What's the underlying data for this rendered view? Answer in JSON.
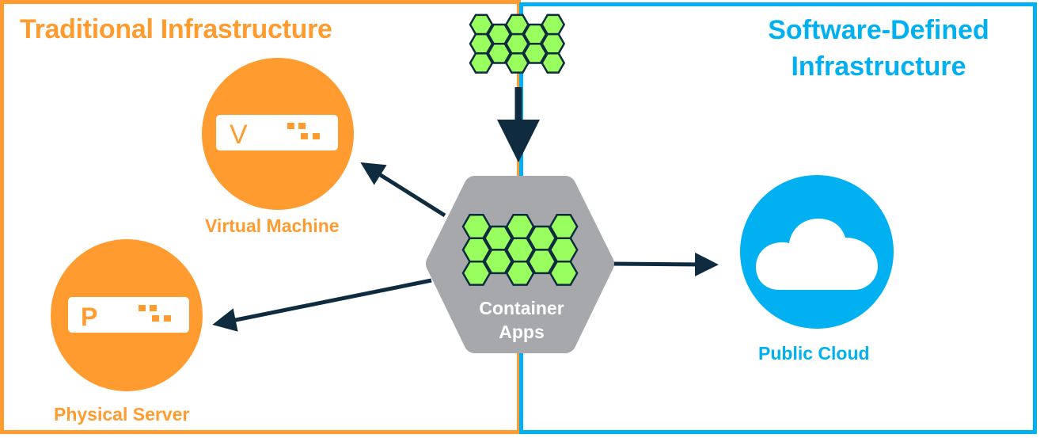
{
  "colors": {
    "traditional": "#FF9B2F",
    "software_defined": "#00B0F0",
    "container_shape": "#A7A8AC",
    "hex_fill": "#99FF5E",
    "outline": "#0F2B40",
    "white": "#FFFFFF"
  },
  "traditional_infrastructure": {
    "title": "Traditional Infrastructure",
    "nodes": [
      {
        "id": "virtual-machine",
        "label": "Virtual Machine",
        "badge_letter": "V",
        "icon": "server-icon"
      },
      {
        "id": "physical-server",
        "label": "Physical Server",
        "badge_letter": "P",
        "icon": "server-icon"
      }
    ]
  },
  "software_defined_infrastructure": {
    "title_line1": "Software-Defined",
    "title_line2": "Infrastructure",
    "nodes": [
      {
        "id": "public-cloud",
        "label": "Public Cloud",
        "icon": "cloud-icon"
      }
    ]
  },
  "container_apps": {
    "label_line1": "Container",
    "label_line2": "Apps",
    "icon": "container-hexagon-cluster-icon"
  },
  "incoming_cluster": {
    "icon": "container-hexagon-cluster-icon"
  },
  "edges": [
    {
      "from": "incoming-cluster",
      "to": "container-apps",
      "direction": "down"
    },
    {
      "from": "container-apps",
      "to": "virtual-machine"
    },
    {
      "from": "container-apps",
      "to": "physical-server"
    },
    {
      "from": "container-apps",
      "to": "public-cloud"
    }
  ]
}
